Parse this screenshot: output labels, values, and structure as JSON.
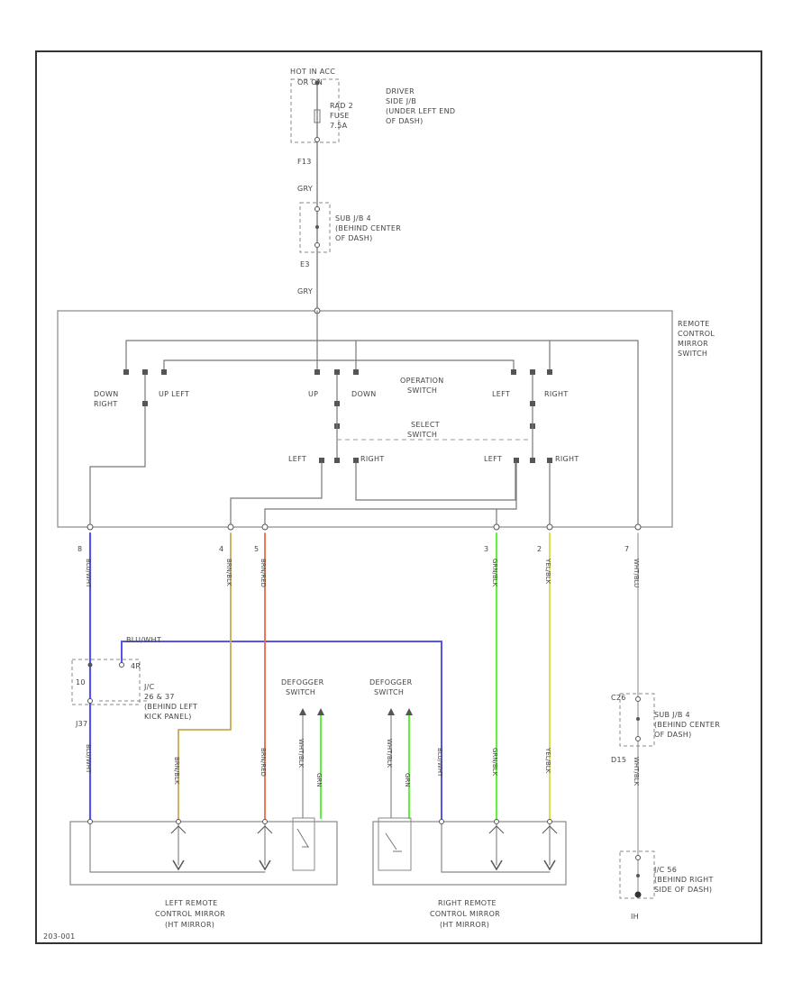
{
  "colors": {
    "frame": "#333333",
    "wire": "#777777",
    "blue": "#5555ee",
    "tan": "#c8aa55",
    "red": "#ee6644",
    "green": "#66ee44",
    "yellow": "#dddd55"
  },
  "fuse_block": {
    "hot_label": "HOT IN ACC",
    "or_on": "OR ON",
    "fuse": [
      "RAD 2",
      "FUSE",
      "7.5A"
    ],
    "location": [
      "DRIVER",
      "SIDE J/B",
      "(UNDER LEFT END",
      "OF DASH)"
    ],
    "connector": "F13",
    "wire_color": "GRY"
  },
  "sub_jb_top": {
    "location": [
      "SUB J/B 4",
      "(BEHIND CENTER",
      "OF DASH)"
    ],
    "connector": "E3",
    "wire_color": "GRY"
  },
  "switch": {
    "title": [
      "REMOTE",
      "CONTROL",
      "MIRROR",
      "SWITCH"
    ],
    "operation": [
      "OPERATION",
      "SWITCH"
    ],
    "select": [
      "SELECT",
      "SWITCH"
    ],
    "contacts": {
      "down_right": [
        "DOWN",
        "RIGHT"
      ],
      "up_left": "UP LEFT",
      "up": "UP",
      "down": "DOWN",
      "left": "LEFT",
      "right": "RIGHT"
    },
    "select_left_1": "LEFT",
    "select_right_1": "RIGHT",
    "select_left_2": "LEFT",
    "select_right_2": "RIGHT"
  },
  "pins": [
    "8",
    "4",
    "5",
    "3",
    "2",
    "7"
  ],
  "wire_colors": {
    "w8": "BLU/WHT",
    "w4": "BRN/BLK",
    "w5": "BRN/RED",
    "w3": "GRN/BLK",
    "w2": "YEL/BLK",
    "w7": "WHT/BLU"
  },
  "jc": {
    "splice": "BLU/WHT",
    "tags": [
      "4R",
      "10",
      "J37"
    ],
    "location": [
      "J/C",
      "26 & 37",
      "(BEHIND LEFT",
      "KICK PANEL)"
    ],
    "bottom_wire": "BLU/WHT"
  },
  "defogger_left": {
    "label": [
      "DEFOGGER",
      "SWITCH"
    ],
    "wires": [
      "WHT/BLK",
      "GRN"
    ]
  },
  "defogger_right": {
    "label": [
      "DEFOGGER",
      "SWITCH"
    ],
    "wires": [
      "WHT/BLK",
      "GRN"
    ]
  },
  "left_mirror": {
    "label": [
      "LEFT REMOTE",
      "CONTROL MIRROR",
      "(HT MIRROR)"
    ],
    "wire_left": "BRN/BLK"
  },
  "right_mirror": {
    "label": [
      "RIGHT REMOTE",
      "CONTROL MIRROR",
      "(HT MIRROR)"
    ]
  },
  "lower_right": {
    "connector_top": "C26",
    "sub_jb": [
      "SUB J/B 4",
      "(BEHIND CENTER",
      "OF DASH)"
    ],
    "connector_mid": "D15",
    "wire": "WHT/BLK",
    "jc": [
      "J/C 56",
      "(BEHIND RIGHT",
      "SIDE OF DASH)"
    ],
    "ground": "IH"
  },
  "footer_code": "203-001"
}
